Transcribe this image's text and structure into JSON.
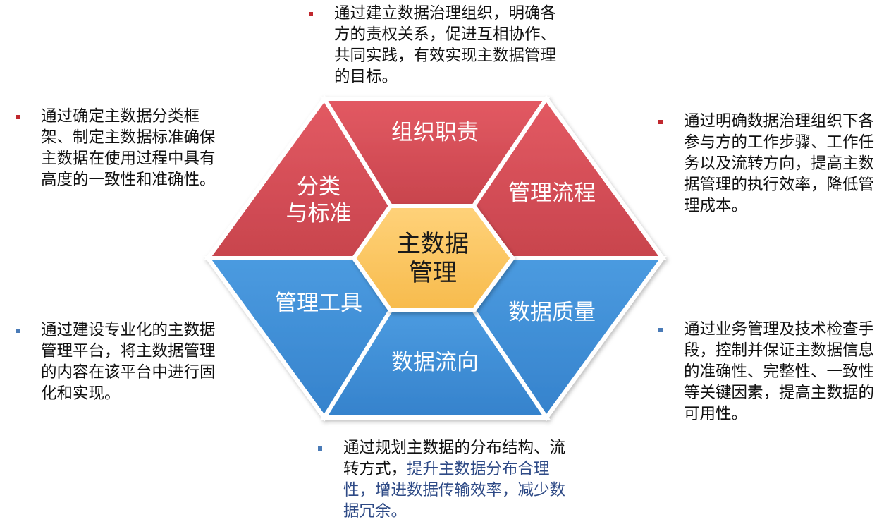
{
  "center": {
    "line1": "主数据",
    "line2": "管理"
  },
  "segments": {
    "org": "组织职责",
    "flow": "管理流程",
    "quality": "数据质量",
    "data_flow": "数据流向",
    "tools": "管理工具",
    "classify_line1": "分类",
    "classify_line2": "与标准"
  },
  "descriptions": {
    "org": "通过建立数据治理组织，明确各方的责权关系，促进互相协作、共同实践，有效实现主数据管理的目标。",
    "flow": "通过明确数据治理组织下各参与方的工作步骤、工作任务以及流转方向，提高主数据管理的执行效率，降低管理成本。",
    "quality": "通过业务管理及技术检查手段，控制并保证主数据信息的准确性、完整性、一致性等关键因素，提高主数据的可用性。",
    "data_flow_plain": "通过规划主数据的分布结构、流转方式，",
    "data_flow_highlight": "提升主数据分布合理性，增进数据传输效率，减少数据冗余。",
    "tools": "通过建设专业化的主数据管理平台，将主数据管理的内容在该平台中进行固化和实现。",
    "classify": "通过确定主数据分类框架、制定主数据标准确保主数据在使用过程中具有高度的一致性和准确性。"
  },
  "colors": {
    "red_segment": "#d9535c",
    "blue_segment": "#3f8fd6",
    "center_fill": "#fcc75e",
    "red_bullet": "#c0282e",
    "blue_bullet": "#4a7bb7",
    "highlight_text": "#2e4a86"
  }
}
